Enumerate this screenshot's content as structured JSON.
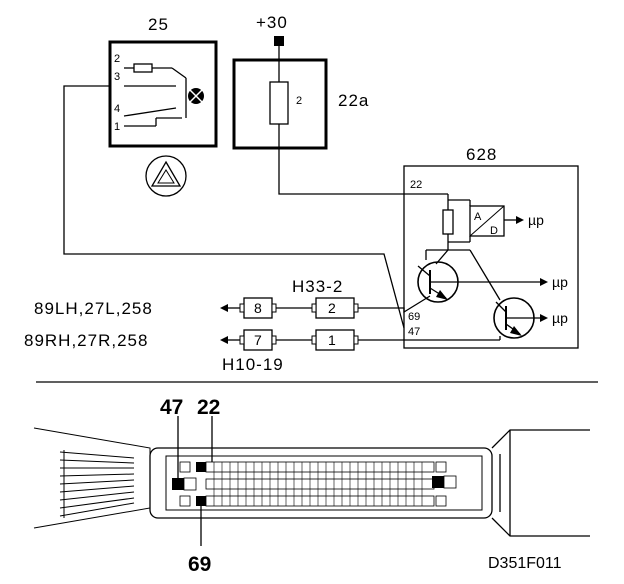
{
  "components": {
    "switch": {
      "label": "25",
      "pins": [
        "2",
        "3",
        "4",
        "1"
      ]
    },
    "fuse": {
      "label": "22a",
      "pin": "2",
      "supply": "+30"
    },
    "module": {
      "label": "628",
      "pins": {
        "p22": "22",
        "p69": "69",
        "p47": "47"
      },
      "outputs": [
        "µp",
        "µp",
        "µp"
      ]
    },
    "connector_h33": {
      "label": "H33-2",
      "pins": [
        "2",
        "1"
      ]
    },
    "connector_h10": {
      "label": "H10-19",
      "pins": [
        "8",
        "7"
      ]
    }
  },
  "references": {
    "top": "89LH,27L,258",
    "bottom": "89RH,27R,258"
  },
  "ecu_connector": {
    "pin_labels_top": [
      "47",
      "22"
    ],
    "pin_label_bottom": "69"
  },
  "figure_code": "D351F011"
}
